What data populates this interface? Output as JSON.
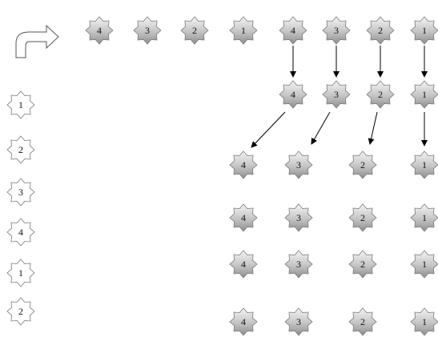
{
  "top_row": [
    "4",
    "3",
    "2",
    "1",
    "4",
    "3",
    "2",
    "1"
  ],
  "second_row": [
    "4",
    "3",
    "2",
    "1"
  ],
  "grid_rows": [
    [
      "4",
      "3",
      "2",
      "1"
    ],
    [
      "4",
      "3",
      "2",
      "1"
    ],
    [
      "4",
      "3",
      "2",
      "1"
    ],
    [
      "4",
      "3",
      "2",
      "1"
    ]
  ],
  "left_column": [
    "1",
    "2",
    "3",
    "4",
    "1",
    "2"
  ],
  "icons": {
    "turn_arrow": "curved-turn-right-arrow-icon",
    "gray_badge": "gray-eight-point-star-badge",
    "white_badge": "white-eight-point-star-badge"
  },
  "colors": {
    "gray_badge_light": "#f4f4f4",
    "gray_badge_dark": "#8e8e8e",
    "badge_stroke": "#7a7a7a",
    "arrow": "#000000"
  }
}
